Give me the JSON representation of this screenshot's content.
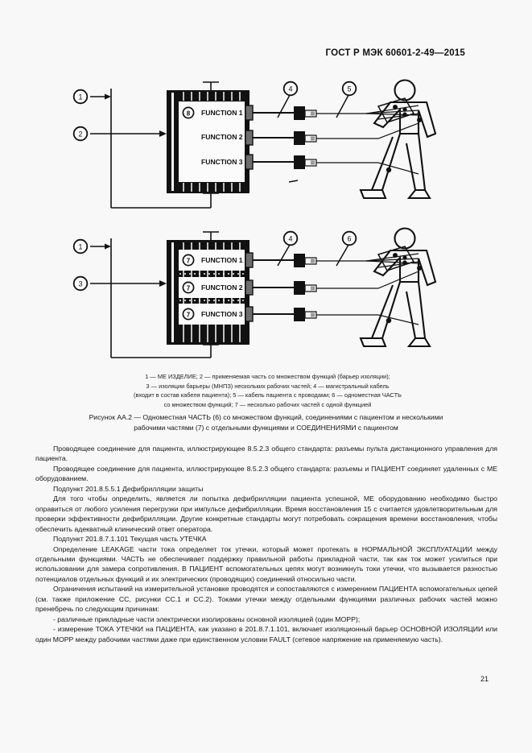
{
  "header": {
    "standard_title": "ГОСТ Р МЭК 60601-2-49—2015"
  },
  "figure": {
    "diagram_top": {
      "callouts": [
        "1",
        "2",
        "8",
        "4",
        "5"
      ],
      "function_labels": [
        "FUNCTION 1",
        "FUNCTION 2",
        "FUNCTION 3"
      ],
      "inner_marker": "8"
    },
    "diagram_bottom": {
      "callouts": [
        "1",
        "3",
        "7",
        "4",
        "6"
      ],
      "function_labels": [
        "FUNCTION 1",
        "FUNCTION 2",
        "FUNCTION 3"
      ],
      "inner_marker": "7"
    },
    "legend_lines": [
      "1 — МЕ ИЗДЕЛИЕ; 2 — применяемая часть со множеством функций (барьер изоляции);",
      "3 — изоляции барьеры (МНПЗ) нескольких рабочих частей; 4 — магистральный кабель",
      "(входит в состав кабеля пациента); 5 — кабель пациента с проводами; 6 — одноместная ЧАСТЬ",
      "со множеством функций; 7 — несколько рабочих частей с одной функцией"
    ],
    "caption_lines": [
      "Рисунок АА.2 — Одноместная ЧАСТЬ (6) со множеством функций, соединениями с пациентом и несколькими",
      "рабочими частями (7) с отдельными функциями и СОЕДИНЕНИЯМИ с пациентом"
    ]
  },
  "body": {
    "paragraphs": [
      "Проводящее соединение для пациента, иллюстрирующее 8.5.2.3 общего стандарта: разъемы пульта дистанционного управления для пациента.",
      "Проводящее соединение для пациента, иллюстрирующее 8.5.2.3 общего стандарта: разъемы и ПАЦИЕНТ соединяет удаленных с МЕ оборудованием.",
      "Подпункт 201.8.5.5.1 Дефибрилляции защиты",
      "Для того чтобы определить, является ли попытка дефибрилляции пациента успешной, МЕ оборудованию необходимо быстро оправиться от любого усиления перегрузки при импульсе дефибрилляции. Время восстановления 15 с считается удовлетворительным для проверки эффективности дефибрилляции. Другие конкретные стандарты могут потребовать сокращения времени восстановления, чтобы обеспечить адекватный клинический ответ оператора.",
      "Подпункт 201.8.7.1.101 Текущая часть УТЕЧКА",
      "Определение LEAKAGE части тока определяет ток утечки, который может протекать в НОРМАЛЬНОЙ ЭКСПЛУАТАЦИИ между отдельными функциями. ЧАСТЬ не обеспечивает поддержку правильной работы прикладной части, так как ток может усилиться при использовании для замера сопротивления. В ПАЦИЕНТ вспомогательных цепях могут возникнуть токи утечки, что вызывается разностью потенциалов отдельных функций и их электрических (проводящих) соединений относильно части.",
      "Ограничения испытаний на измерительной установке проводятся и сопоставляются с  измерением  ПАЦИЕНТА вспомогательных цепей (см. также приложение СС, рисунки СС.1 и СС.2). Токами утечки между отдельными функциями различных рабочих частей можно пренебречь по следующим причинам:",
      "- различные прикладные части электрически изолированы основной изоляцией (один МОРР);",
      "- измерение ТОКА УТЕЧКИ на ПАЦИЕНТА, как указано в 201.8.7.1.101, включает изоляционный барьер ОСНОВНОЙ ИЗОЛЯЦИИ или один МОРР между рабочими частями даже при единственном условии FAULT (сетевое напряжение на применяемую часть)."
    ]
  },
  "footer": {
    "page_number": "21"
  }
}
